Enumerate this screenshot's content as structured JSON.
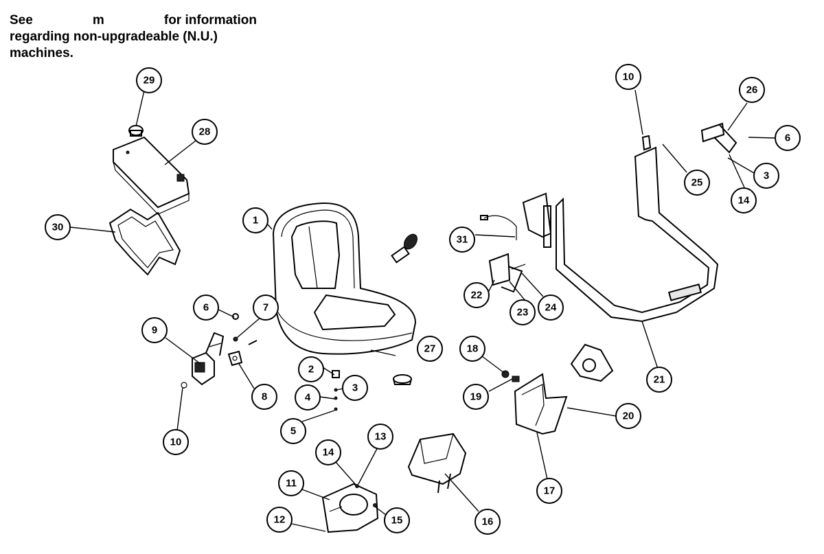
{
  "note": {
    "word1": "See",
    "word2": "m",
    "word3": "for information",
    "line2": "regarding non-upgradeable (N.U.)",
    "line3": "machines."
  },
  "callouts": {
    "c1": "1",
    "c2": "2",
    "c3a": "3",
    "c3b": "3",
    "c4": "4",
    "c5": "5",
    "c6a": "6",
    "c6b": "6",
    "c7": "7",
    "c8": "8",
    "c9": "9",
    "c10a": "10",
    "c10b": "10",
    "c11": "11",
    "c12": "12",
    "c13": "13",
    "c14a": "14",
    "c14b": "14",
    "c15": "15",
    "c16": "16",
    "c17": "17",
    "c18": "18",
    "c19": "19",
    "c20": "20",
    "c21": "21",
    "c22": "22",
    "c23": "23",
    "c24": "24",
    "c25": "25",
    "c26": "26",
    "c27": "27",
    "c28": "28",
    "c29": "29",
    "c30": "30",
    "c31": "31"
  }
}
